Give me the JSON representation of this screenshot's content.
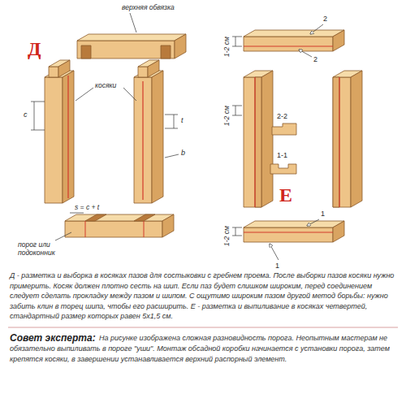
{
  "diagram": {
    "caption": "Д - разметка и выборка в косяках пазов для состыковки с гребнем проема. После выборки пазов косяки нужно примерить. Косяк должен плотно сесть на шип. Если паз будет слишком широким, перед соединением следует сделать прокладку между пазом и шипом. С ощутимо широким пазом другой метод борьбы: нужно забить клин в торец шипа, чтобы его расширить. Е - разметка и выпиливание в косяках четвертей, стандартный размер которых равен 5х1,5 см.",
    "labels": [
      "верхняя обвязка",
      "косяки",
      "c",
      "t",
      "b",
      "s = c + t",
      "порог или подоконник",
      "Д",
      "Е",
      "2",
      "2",
      "2-2",
      "1-1",
      "1-2 см",
      "1-2 см",
      "1-2 см",
      "1",
      "1",
      "Совет эксперта:",
      "На рисунке изображена сложная разновидность порога. Неопытным мастерам не обязательно выпиливать в пороге \"уши\". Монтаж обсадной коробки начинается с установки порога, затем крепятся косяки, в завершении устанавливается верхний распорный элемент."
    ]
  }
}
